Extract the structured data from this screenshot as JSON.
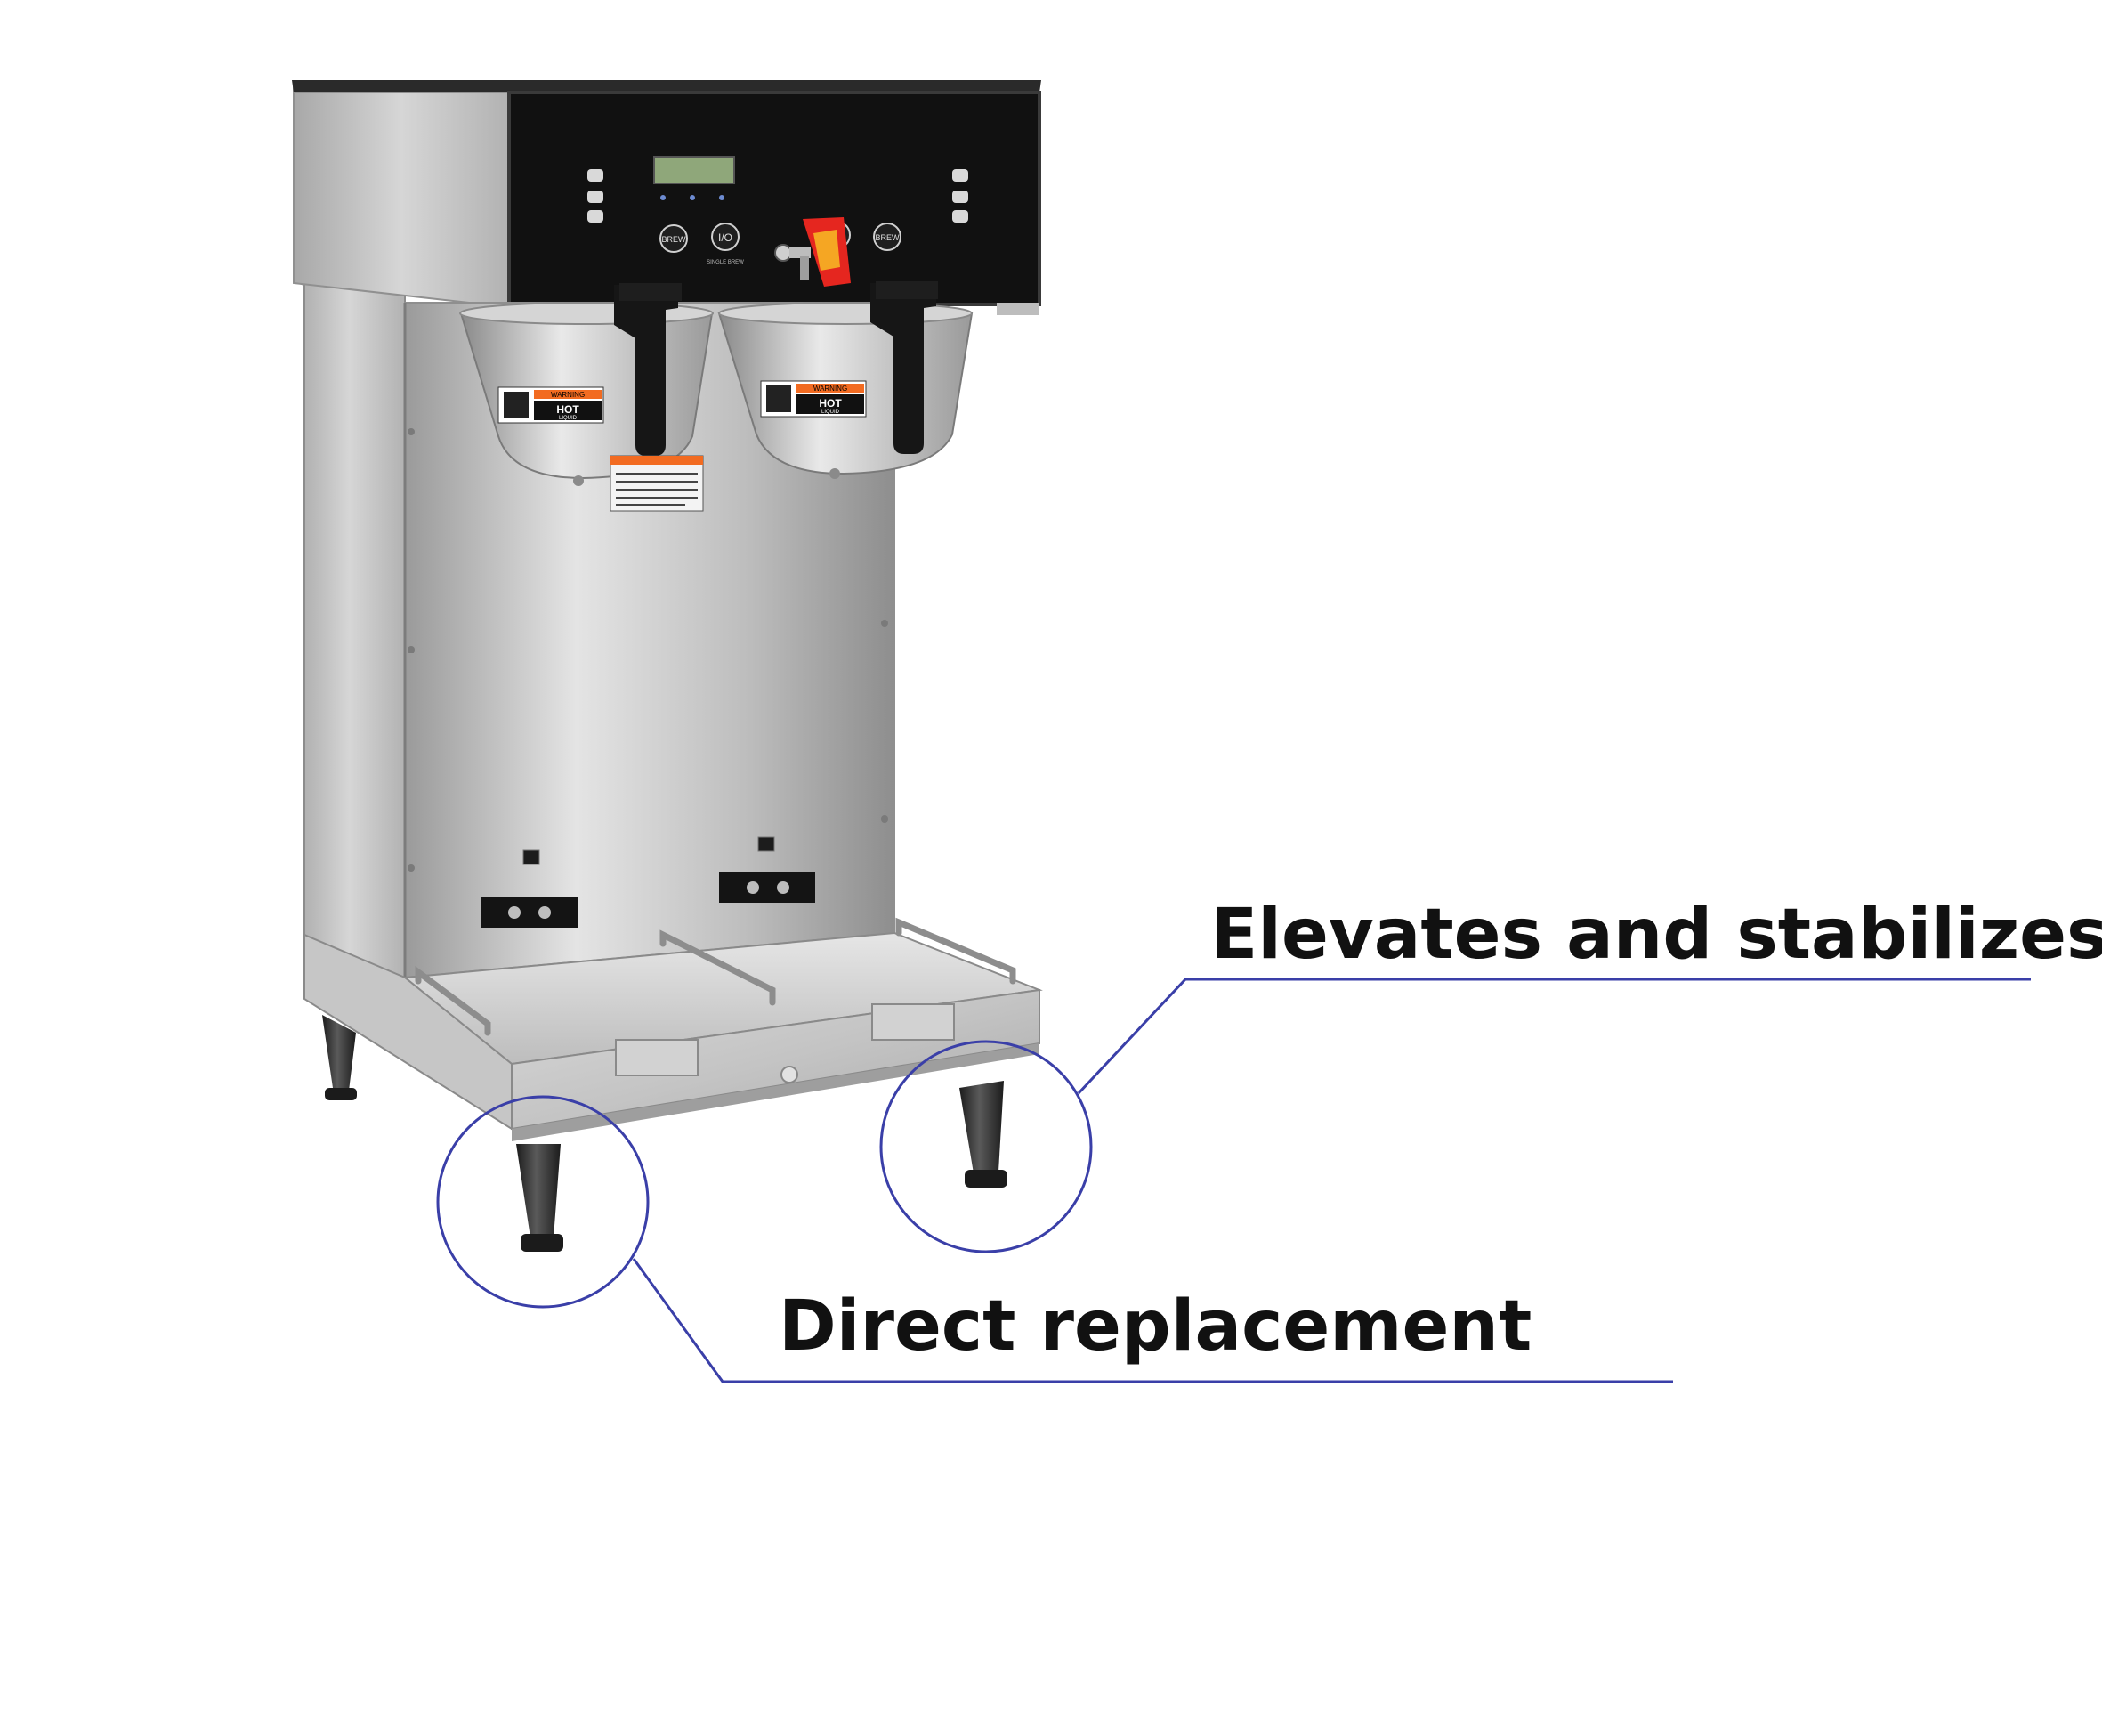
{
  "callouts": {
    "elevates": "Elevates and stabilizes",
    "direct": "Direct replacement"
  },
  "machine_labels": {
    "brew_left": "BREW",
    "brew_right": "BREW",
    "single_brew": "SINGLE BREW",
    "power_symbol": "I/O",
    "warning": "WARNING",
    "hot": "HOT",
    "liquid": "LIQUID"
  },
  "colors": {
    "callout_line": "#3a3fa8",
    "stainless": "#c9c9c9",
    "control_panel": "#111111",
    "legs": "#2a2a2a",
    "display": "#8fa77a",
    "hot_water_handle": "#e5261f"
  }
}
